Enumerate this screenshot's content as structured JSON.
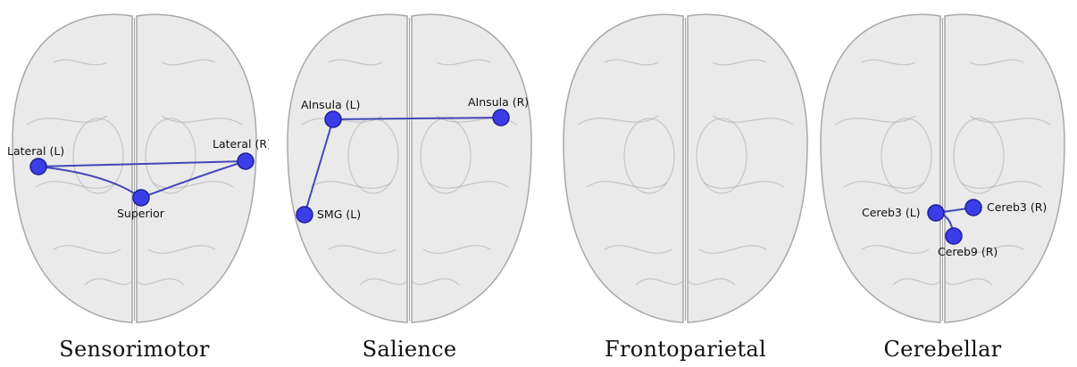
{
  "colors": {
    "node_fill": "#3b3de6",
    "node_stroke": "#1d1f9a",
    "edge": "#4346b8",
    "brain_fill": "#d9d9d9",
    "brain_stroke": "#a8a8a8"
  },
  "panels": [
    {
      "caption": "Sensorimotor",
      "nodes": [
        {
          "label": "Lateral (L)"
        },
        {
          "label": "Lateral (R)"
        },
        {
          "label": "Superior"
        }
      ]
    },
    {
      "caption": "Salience",
      "nodes": [
        {
          "label": "AInsula (L)"
        },
        {
          "label": "AInsula (R)"
        },
        {
          "label": "SMG (L)"
        }
      ]
    },
    {
      "caption": "Frontoparietal",
      "nodes": []
    },
    {
      "caption": "Cerebellar",
      "nodes": [
        {
          "label": "Cereb3 (L)"
        },
        {
          "label": "Cereb3 (R)"
        },
        {
          "label": "Cereb9 (R)"
        }
      ]
    }
  ]
}
